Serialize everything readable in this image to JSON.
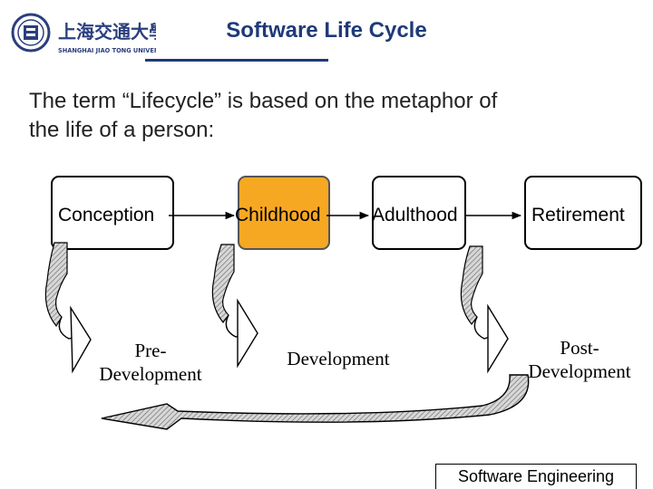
{
  "header": {
    "title": "Software Life Cycle",
    "logo_text_cn": "上海交通大學",
    "logo_text_en": "SHANGHAI JIAO TONG UNIVERSITY"
  },
  "intro_text": "The term “Lifecycle” is based on the metaphor of\nthe life of a person:",
  "stages": [
    "Conception",
    "Childhood",
    "Adulthood",
    "Retirement"
  ],
  "phases": [
    "Pre-\nDevelopment",
    "Development",
    "Post-\nDevelopment"
  ],
  "footer": "Software Engineering",
  "colors": {
    "accent": "#f7a823",
    "title": "#1f3a78"
  }
}
